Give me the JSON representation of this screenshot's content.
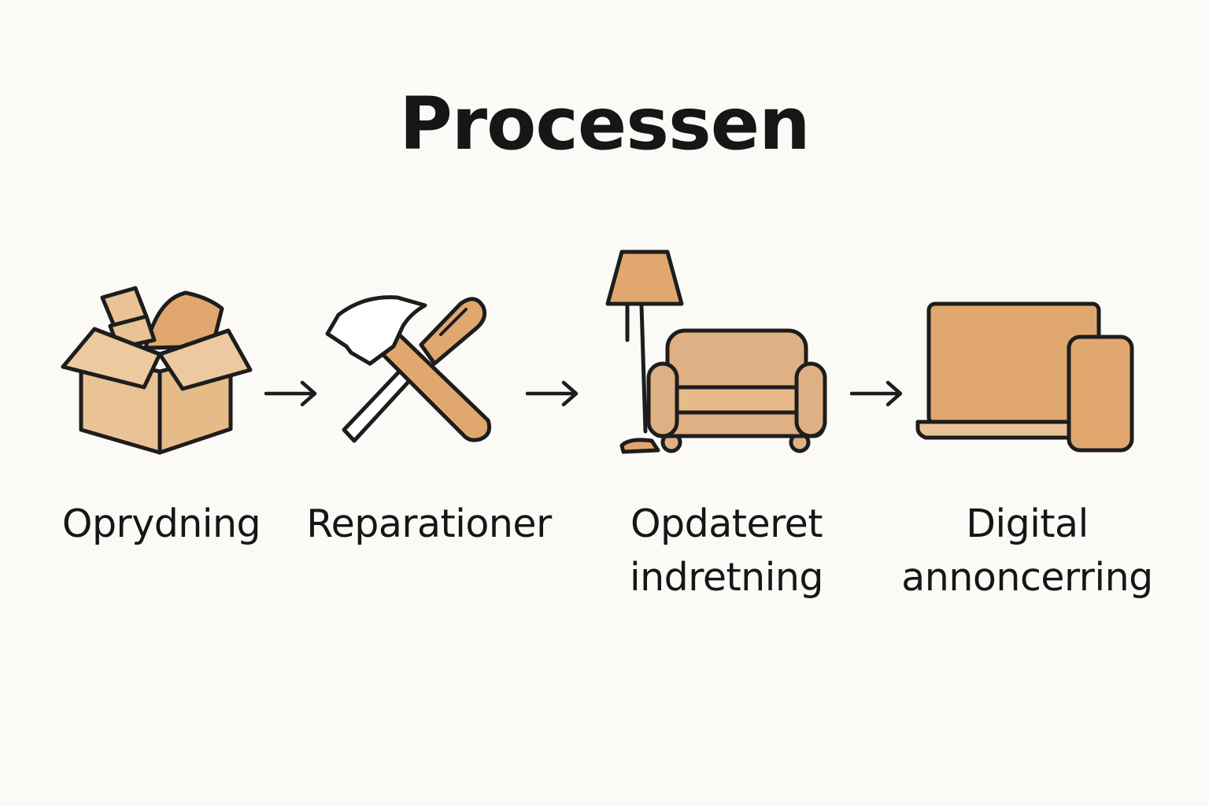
{
  "title": "Processen",
  "colors": {
    "background": "#fcfaf7",
    "stroke": "#1d1d1d",
    "fill_light": "#e9c396",
    "fill_medium": "#e0a86e",
    "fill_sofa": "#dfb083"
  },
  "steps": [
    {
      "label": "Oprydning",
      "icon": "box-icon"
    },
    {
      "label": "Reparationer",
      "icon": "tools-icon"
    },
    {
      "label": "Opdateret\nindretning",
      "icon": "sofa-lamp-icon"
    },
    {
      "label": "Digital\nannoncerring",
      "icon": "devices-icon"
    }
  ]
}
